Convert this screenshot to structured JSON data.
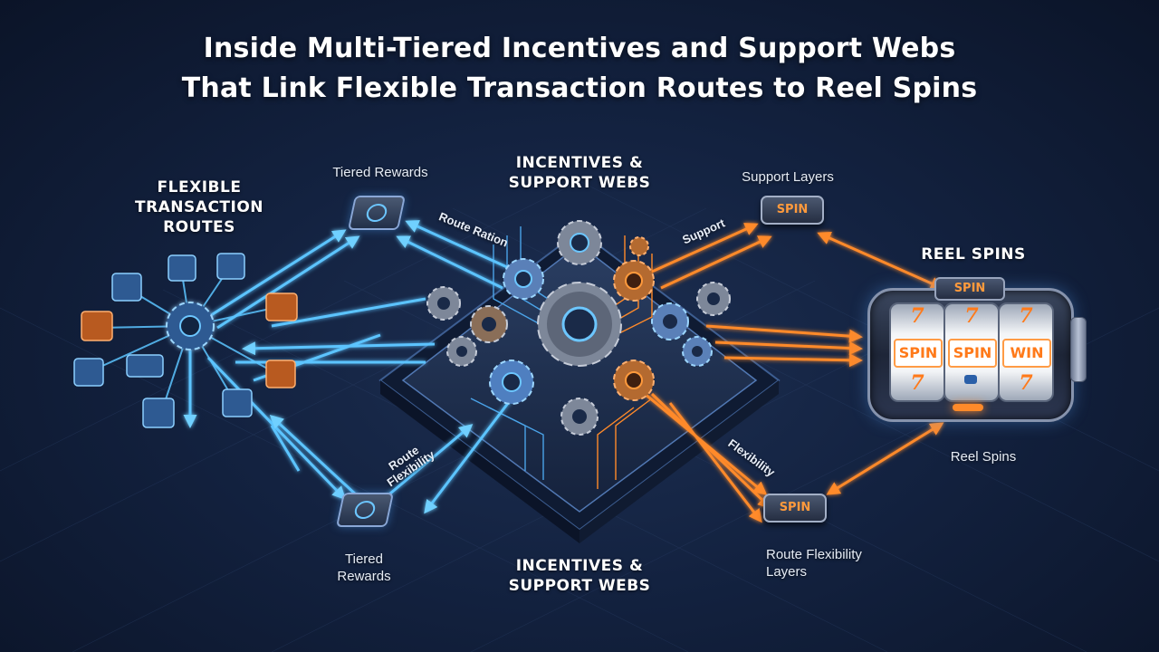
{
  "title": {
    "line1": "Inside Multi-Tiered Incentives and Support Webs",
    "line2": "That Link Flexible Transaction Routes to Reel Spins"
  },
  "labels": {
    "flexible_routes": "FLEXIBLE TRANSACTION ROUTES",
    "flexible_routes_lines": [
      "FLEXIBLE",
      "TRANSACTION",
      "ROUTES"
    ],
    "incentives_top_lines": [
      "INCENTIVES &",
      "SUPPORT WEBS"
    ],
    "incentives_bottom_lines": [
      "INCENTIVES &",
      "SUPPORT WEBS"
    ],
    "tiered_rewards_top": "Tiered Rewards",
    "tiered_rewards_bottom_lines": [
      "Tiered",
      "Rewards"
    ],
    "support_layers": "Support Layers",
    "reel_spins_header": "REEL SPINS",
    "reel_spins_sub": "Reel Spins",
    "route_flex_layers_lines": [
      "Route Flexibility",
      "Layers"
    ],
    "route_ration": "Route Ration",
    "support": "Support",
    "route_flexibility_lines": [
      "Route",
      "Flexibility"
    ],
    "flexibility": "Flexibility"
  },
  "slot_machine": {
    "top_badge": "SPIN",
    "reels": [
      "SPIN",
      "SPIN",
      "WIN"
    ],
    "symbol": "7"
  },
  "chips": {
    "support_chip": "SPIN",
    "bottom_chip": "SPIN"
  },
  "colors": {
    "blue_flow": "#5cc4ff",
    "orange_flow": "#ff8a2a",
    "background": "#132240",
    "gear": "#8e97a8"
  }
}
